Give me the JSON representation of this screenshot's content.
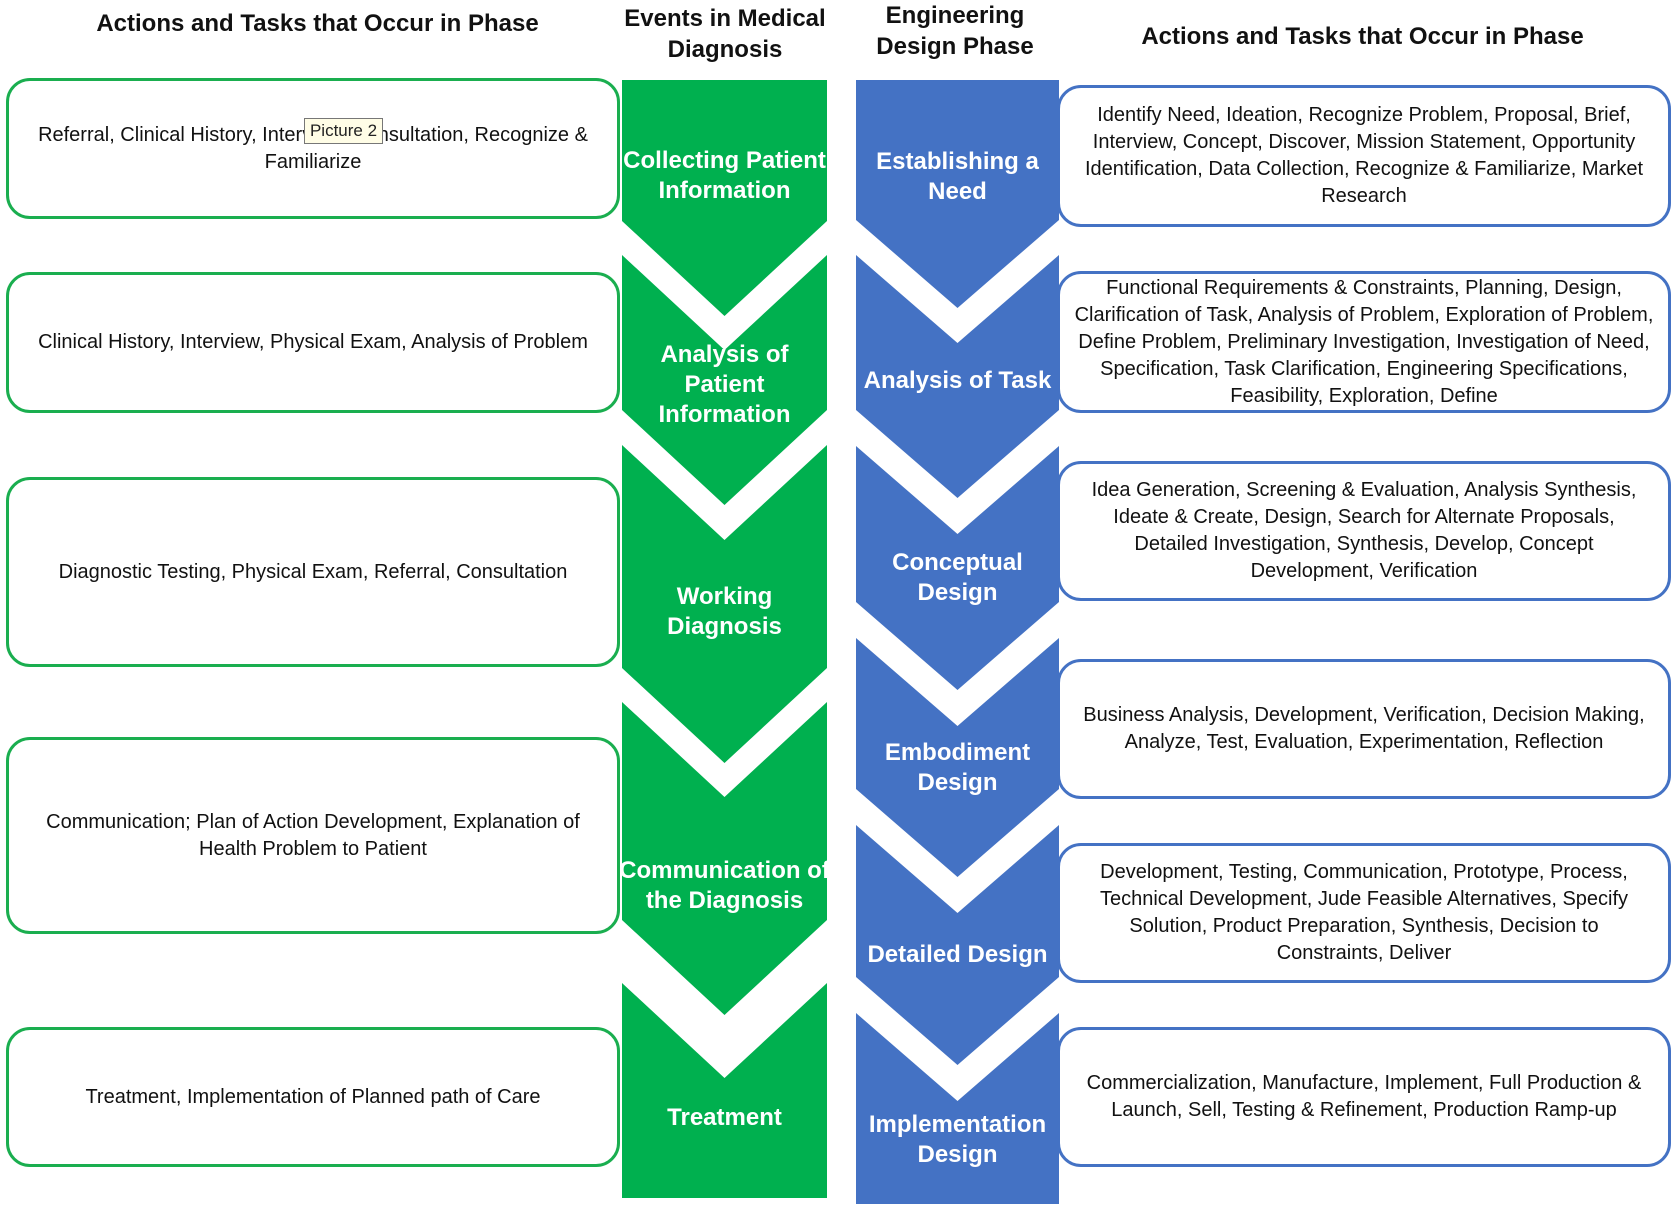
{
  "headers": {
    "left_actions": "Actions and Tasks that Occur in Phase",
    "medical_events": "Events in Medical Diagnosis",
    "engineering_phase": "Engineering Design Phase",
    "right_actions": "Actions and Tasks that Occur in Phase"
  },
  "medical": {
    "color": "#00b04f",
    "phases": [
      {
        "label": [
          "Collecting Patient",
          "Information"
        ],
        "tasks": "Referral, Clinical History, Interview, Consultation, Recognize & Familiarize"
      },
      {
        "label": [
          "Analysis of",
          "Patient",
          "Information"
        ],
        "tasks": "Clinical History, Interview, Physical Exam, Analysis of Problem"
      },
      {
        "label": [
          "Working",
          "Diagnosis"
        ],
        "tasks": "Diagnostic Testing, Physical Exam, Referral, Consultation"
      },
      {
        "label": [
          "Communication of",
          "the Diagnosis"
        ],
        "tasks": "Communication; Plan of Action Development, Explanation of Health Problem to Patient"
      },
      {
        "label": [
          "Treatment"
        ],
        "tasks": "Treatment, Implementation of Planned path of Care"
      }
    ]
  },
  "engineering": {
    "color": "#4472c4",
    "phases": [
      {
        "label": [
          "Establishing a",
          "Need"
        ],
        "tasks": "Identify Need, Ideation, Recognize Problem, Proposal, Brief, Interview, Concept, Discover, Mission Statement, Opportunity Identification, Data Collection, Recognize & Familiarize, Market Research"
      },
      {
        "label": [
          "Analysis of Task"
        ],
        "tasks": "Functional Requirements & Constraints, Planning, Design, Clarification of Task, Analysis of Problem, Exploration of Problem, Define Problem, Preliminary Investigation, Investigation of Need, Specification, Task Clarification, Engineering Specifications, Feasibility, Exploration, Define"
      },
      {
        "label": [
          "Conceptual",
          "Design"
        ],
        "tasks": "Idea Generation, Screening & Evaluation, Analysis Synthesis, Ideate & Create, Design, Search for Alternate Proposals, Detailed Investigation, Synthesis, Develop, Concept Development, Verification"
      },
      {
        "label": [
          "Embodiment",
          "Design"
        ],
        "tasks": "Business Analysis, Development, Verification, Decision Making, Analyze, Test, Evaluation, Experimentation, Reflection"
      },
      {
        "label": [
          "Detailed Design"
        ],
        "tasks": "Development, Testing, Communication, Prototype, Process, Technical Development, Jude Feasible Alternatives, Specify Solution, Product Preparation, Synthesis, Decision to Constraints, Deliver"
      },
      {
        "label": [
          "Implementation",
          "Design"
        ],
        "tasks": "Commercialization, Manufacture, Implement, Full Production & Launch, Sell, Testing & Refinement, Production Ramp-up"
      }
    ]
  },
  "tooltip": "Picture 2"
}
